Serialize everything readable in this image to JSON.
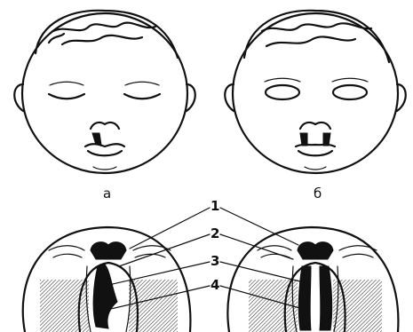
{
  "figure": {
    "panel_labels": [
      "а",
      "б"
    ],
    "callout_numbers": [
      "1",
      "2",
      "3",
      "4"
    ]
  }
}
